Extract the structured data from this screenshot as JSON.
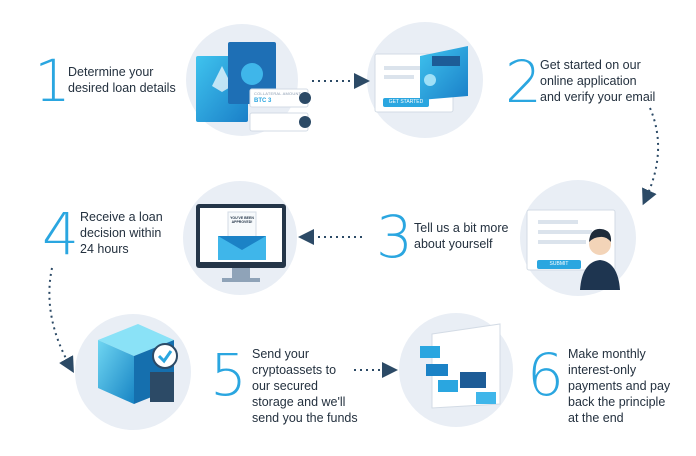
{
  "steps": [
    {
      "number": "1",
      "text": "Determine your\ndesired loan details"
    },
    {
      "number": "2",
      "text": "Get started on our\nonline application\nand verify your email"
    },
    {
      "number": "3",
      "text": "Tell us a bit more\nabout yourself"
    },
    {
      "number": "4",
      "text": "Receive a loan\ndecision within\n24 hours"
    },
    {
      "number": "5",
      "text": "Send your\ncryptoassets to\nour secured\nstorage  and we'll\nsend you the funds"
    },
    {
      "number": "6",
      "text": "Make monthly\ninterest-only\npayments and pay\nback the principle\nat the end"
    }
  ],
  "illustrations": {
    "step1_form_label": "COLLATERAL AMOUNT",
    "step1_value": "BTC 3",
    "step2_button": "GET STARTED",
    "step3_button": "SUBMIT",
    "step4_letter": "YOU'VE BEEN APPROVED!"
  },
  "colors": {
    "accent": "#2aa6e0",
    "dark": "#24313f",
    "circle_bg": "#e9eef5",
    "arrow": "#2c4a66"
  }
}
